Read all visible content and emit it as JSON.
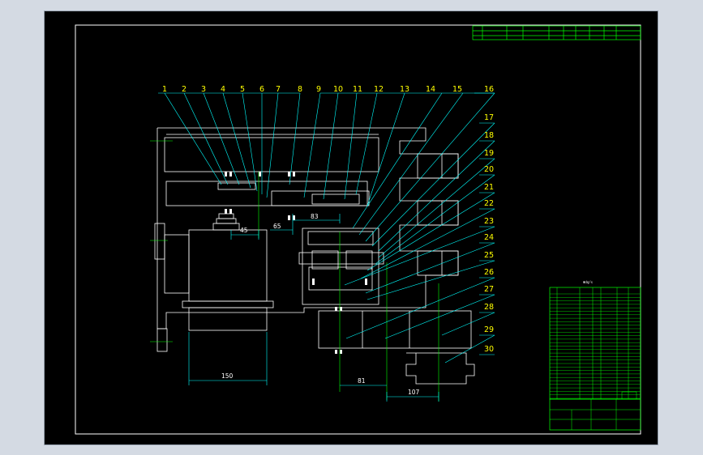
{
  "drawing": {
    "balloon_labels": [
      "1",
      "2",
      "3",
      "4",
      "5",
      "6",
      "7",
      "8",
      "9",
      "10",
      "11",
      "12",
      "13",
      "14",
      "15",
      "16",
      "17",
      "18",
      "19",
      "20",
      "21",
      "22",
      "23",
      "24",
      "25",
      "26",
      "27",
      "28",
      "29",
      "30"
    ],
    "dimensions": {
      "d_left_motor": "45",
      "d_gap": "65",
      "d_top": "83",
      "d_base": "150",
      "d_center": "81",
      "d_right": "107"
    }
  },
  "parts_list": {
    "title": "Φdq/s"
  },
  "colors": {
    "background": "#000000",
    "outline": "#ffffff",
    "leader": "#00ffff",
    "labels": "#ffff00",
    "table": "#00ff00",
    "dimension": "#00ffff"
  }
}
